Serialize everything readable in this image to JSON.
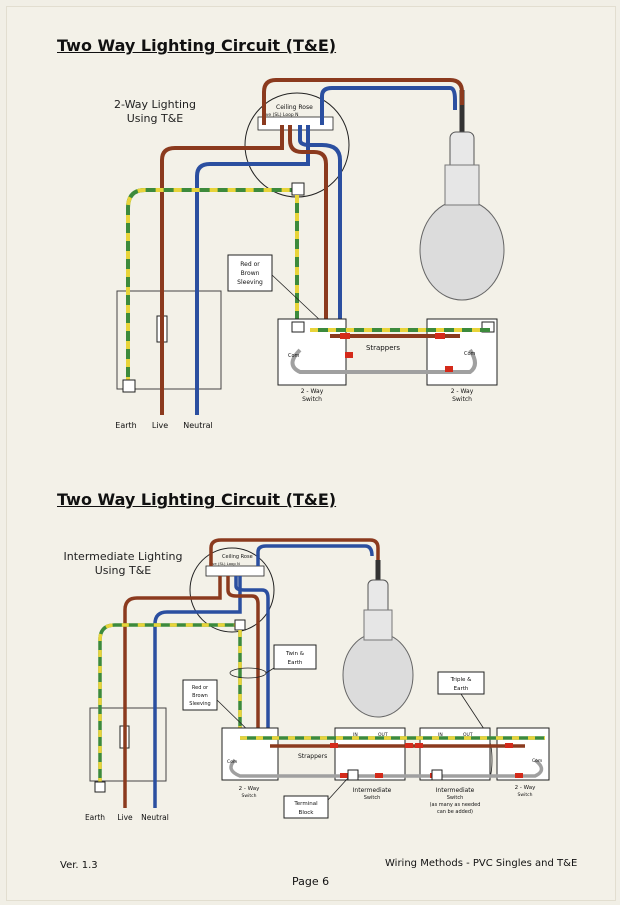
{
  "top": {
    "title": "Two Way Lighting Circuit (T&E)",
    "caption_line1": "2-Way Lighting",
    "caption_line2": "Using T&E",
    "ceiling_rose": "Ceiling Rose",
    "rose_terminals": "Live (SL)   Loop   N",
    "sleeving_line1": "Red or",
    "sleeving_line2": "Brown",
    "sleeving_line3": "Sleeving",
    "strappers": "Strappers",
    "switch1_line1": "2 - Way",
    "switch1_line2": "Switch",
    "switch2_line1": "2 - Way",
    "switch2_line2": "Switch",
    "com": "Com",
    "earth": "Earth",
    "live": "Live",
    "neutral": "Neutral"
  },
  "bottom": {
    "title": "Two Way Lighting Circuit (T&E)",
    "caption_line1": "Intermediate Lighting",
    "caption_line2": "Using T&E",
    "ceiling_rose": "Ceiling Rose",
    "rose_terminals": "Live (SL)   Loop   N",
    "twin_earth_line1": "Twin &",
    "twin_earth_line2": "Earth",
    "triple_earth_line1": "Triple &",
    "triple_earth_line2": "Earth",
    "sleeving_line1": "Red or",
    "sleeving_line2": "Brown",
    "sleeving_line3": "Sleeving",
    "strappers": "Strappers",
    "terminal_block_line1": "Terminal",
    "terminal_block_line2": "Block",
    "intermediate1_line1": "Intermediate",
    "intermediate1_line2": "Switch",
    "intermediate2_line1": "Intermediate",
    "intermediate2_line2": "Switch",
    "intermediate2_line3": "(as many as needed",
    "intermediate2_line4": "can be added)",
    "switch_left_line1": "2 - Way",
    "switch_left_line2": "Switch",
    "switch_right_line1": "2 - Way",
    "switch_right_line2": "Switch",
    "in": "IN",
    "out": "OUT",
    "com": "Com",
    "earth": "Earth",
    "live": "Live",
    "neutral": "Neutral"
  },
  "footer": {
    "version": "Ver. 1.3",
    "page": "Page 6",
    "doc_title": "Wiring Methods - PVC Singles and T&E"
  },
  "colors": {
    "live_brown": "#8b3a1e",
    "neutral_blue": "#2b4fa0",
    "earth_green": "#3c8a3c",
    "earth_yellow": "#e8d43a",
    "strapper_grey": "#a0a0a0",
    "sleeve_red": "#d42a1a"
  }
}
